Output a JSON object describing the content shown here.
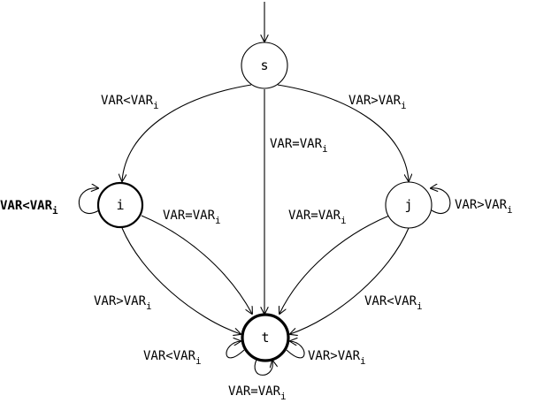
{
  "nodes": {
    "s": "s",
    "i": "i",
    "j": "j",
    "t": "t"
  },
  "labels": {
    "s_to_i": {
      "base": "VAR<VAR",
      "sub": "i"
    },
    "s_to_j": {
      "base": "VAR>VAR",
      "sub": "i"
    },
    "s_to_t": {
      "base": "VAR=VAR",
      "sub": "i"
    },
    "i_self": {
      "base": "VAR<VAR",
      "sub": "i"
    },
    "j_self": {
      "base": "VAR>VAR",
      "sub": "i"
    },
    "i_to_t_eq": {
      "base": "VAR=VAR",
      "sub": "i"
    },
    "j_to_t_eq": {
      "base": "VAR=VAR",
      "sub": "i"
    },
    "i_to_t_gt": {
      "base": "VAR>VAR",
      "sub": "i"
    },
    "j_to_t_lt": {
      "base": "VAR<VAR",
      "sub": "i"
    },
    "t_self_lt": {
      "base": "VAR<VAR",
      "sub": "i"
    },
    "t_self_gt": {
      "base": "VAR>VAR",
      "sub": "i"
    },
    "t_self_eq": {
      "base": "VAR=VAR",
      "sub": "i"
    }
  }
}
